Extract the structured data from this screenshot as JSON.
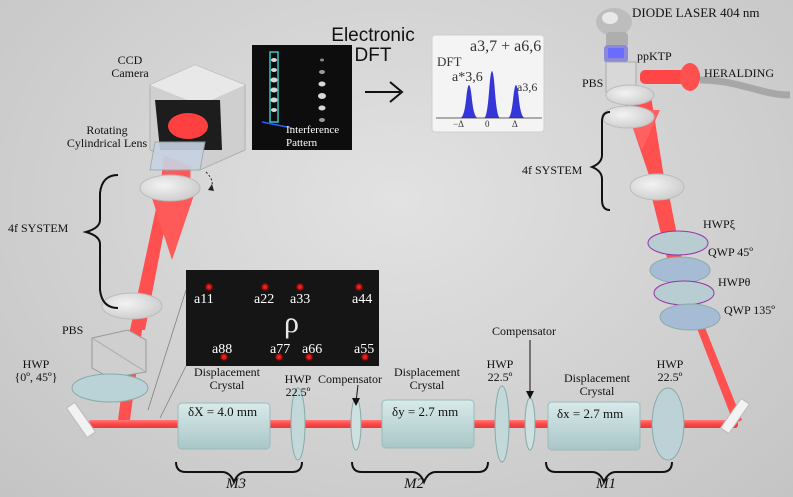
{
  "labels": {
    "ccd_camera": "CCD\nCamera",
    "rotating_lens": "Rotating\nCylindrical Lens",
    "interference_pattern": "Interference\nPattern",
    "electronic_dft": "Electronic\nDFT",
    "diode_laser": "DIODE LASER 404 nm",
    "ppktp": "ppKTP",
    "pbs_top": "PBS",
    "heralding": "HERALDING",
    "four_f_right": "4f SYSTEM",
    "four_f_left": "4f SYSTEM",
    "hwp_xi": "HWPξ",
    "qwp45": "QWP 45º",
    "hwp_theta": "HWPθ",
    "qwp135": "QWP 135º",
    "pbs_left": "PBS",
    "hwp_left": "HWP\n{0º, 45º}",
    "compensator_right": "Compensator",
    "compensator_mid": "Compensator",
    "displacement_crystal_1": "Displacement\nCrystal",
    "displacement_crystal_2": "Displacement\nCrystal",
    "displacement_crystal_3": "Displacement\nCrystal",
    "hwp_225_right": "HWP\n22.5º",
    "hwp_225_mid": "HWP\n22.5º",
    "hwp_225_left": "HWP\n22.5º"
  },
  "crystals": {
    "c3": "δX = 4.0 mm",
    "c2": "δy = 2.7 mm",
    "c1": "δx = 2.7 mm"
  },
  "modules": {
    "m3": "M3",
    "m2": "M2",
    "m1": "M1"
  },
  "density_matrix": {
    "symbol": "ρ",
    "elements": [
      "a11",
      "a22",
      "a33",
      "a44",
      "a88",
      "a77",
      "a66",
      "a55"
    ]
  },
  "dft_inset": {
    "dft": "DFT",
    "top_formula": "a3,7 + a6,6",
    "left_peak": "a*3,6",
    "right_peak": "a3,6",
    "axis_left": "−Δ",
    "axis_mid": "0",
    "axis_right": "Δ"
  },
  "colors": {
    "beam": "#ff5a5a",
    "optic_glass": "#b9d3d6",
    "wave_plate": "#a8c0d4",
    "lens": "#e3e3e3",
    "dft_peak": "#3a3ae0"
  }
}
